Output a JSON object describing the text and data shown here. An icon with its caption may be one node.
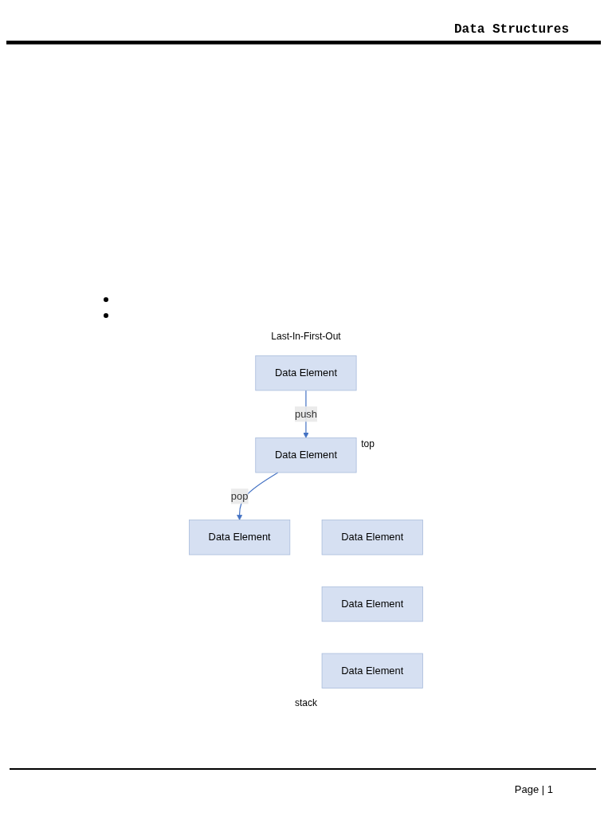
{
  "diagram": {
    "title": "Data Structures",
    "nodes": [
      {
        "text": [
          "Data Element"
        ]
      },
      {
        "text": [
          "Data Element"
        ]
      },
      {
        "text": [
          "Data Element"
        ],
        "beside": [
          "top"
        ]
      },
      {
        "text": [
          "Data Element"
        ]
      },
      {
        "text": [
          "Data Element"
        ]
      },
      {
        "text": [
          "Data Element"
        ]
      }
    ],
    "edges": [
      {
        "from": 0,
        "to": 2,
        "label": "push",
        "arrow": "to"
      },
      {
        "from": 2,
        "to": 1,
        "label": "pop",
        "arrow": "to"
      }
    ],
    "labels": [
      "Last-In-First-Out",
      "stack",
      "Page | 1"
    ]
  }
}
